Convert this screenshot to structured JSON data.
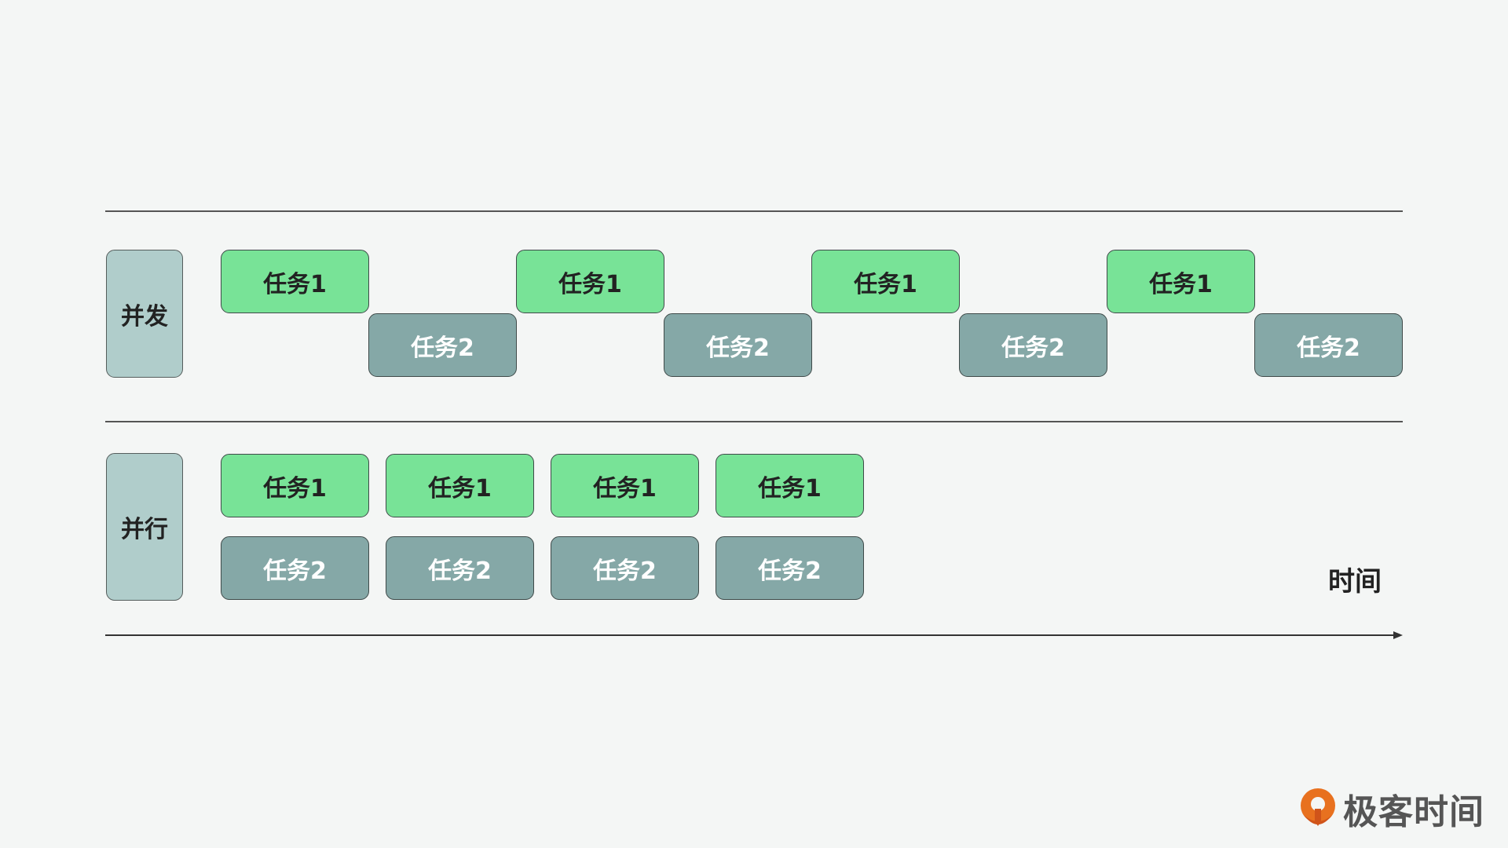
{
  "rows": {
    "concurrent_label": "并发",
    "parallel_label": "并行"
  },
  "tasks": {
    "task1_label": "任务1",
    "task2_label": "任务2"
  },
  "axis": {
    "label": "时间"
  },
  "logo": {
    "text": "极客时间"
  },
  "colors": {
    "task1": "#78e397",
    "task2": "#85a8a7",
    "row_label_bg": "#b0cdcb",
    "logo_orange": "#e8711f"
  }
}
